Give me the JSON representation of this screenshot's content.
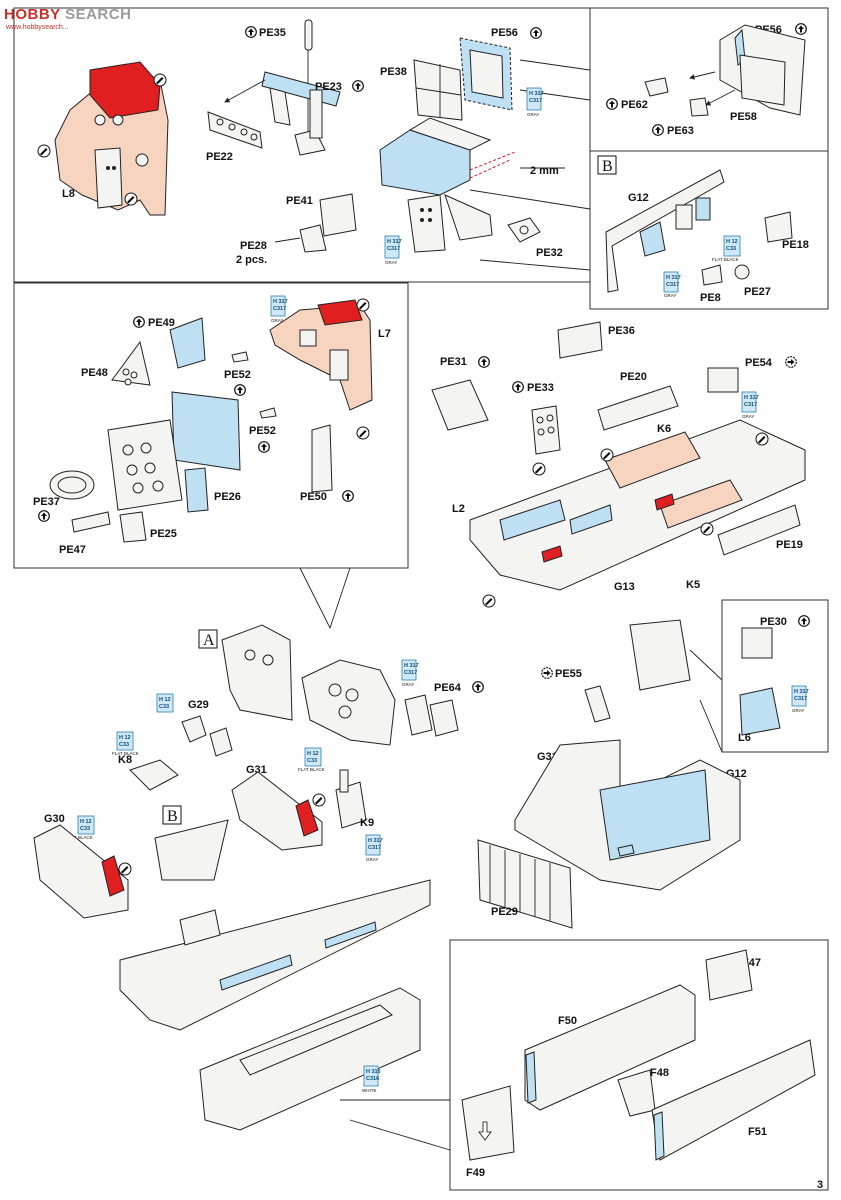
{
  "watermark": {
    "title_a": "HOBBY",
    "title_b": "SEARCH",
    "sub": "www.hobbysearch..."
  },
  "page_number": "3",
  "section_letters": {
    "A": "A",
    "B": "B"
  },
  "labels": {
    "L8": "L8",
    "PE35": "PE35",
    "PE23": "PE23",
    "PE22": "PE22",
    "PE38": "PE38",
    "PE56a": "PE56",
    "PE41": "PE41",
    "PE28": "PE28",
    "PE28_count": "2 pcs.",
    "PE32": "PE32",
    "mm2": "2 mm",
    "PE56b": "PE56",
    "PE62": "PE62",
    "PE63": "PE63",
    "PE58": "PE58",
    "G12a": "G12",
    "PE18": "PE18",
    "PE8": "PE8",
    "PE27": "PE27",
    "PE49": "PE49",
    "L7": "L7",
    "PE48": "PE48",
    "PE52a": "PE52",
    "PE52b": "PE52",
    "PE26": "PE26",
    "PE50": "PE50",
    "PE37": "PE37",
    "PE47": "PE47",
    "PE25": "PE25",
    "PE36": "PE36",
    "PE31": "PE31",
    "PE33": "PE33",
    "PE20": "PE20",
    "PE54": "PE54",
    "K6": "K6",
    "L2": "L2",
    "PE19": "PE19",
    "G13": "G13",
    "K5": "K5",
    "G29": "G29",
    "PE64": "PE64",
    "K8": "K8",
    "G31a": "G31",
    "K9": "K9",
    "G30": "G30",
    "PE55": "PE55",
    "G31b": "G31",
    "G12b": "G12",
    "PE30": "PE30",
    "L6": "L6",
    "PE29": "PE29",
    "F47": "F47",
    "F50": "F50",
    "F48": "F48",
    "F49": "F49",
    "F51": "F51"
  },
  "paint_tags": {
    "gray_h": "H 317",
    "gray_c": "C317",
    "gray_name": "GRAY",
    "black_h": "H 12",
    "black_c": "C33",
    "black_name": "FLAT BLACK",
    "white_h": "H 316",
    "white_c": "C316",
    "white_name": "WHITE"
  },
  "colors": {
    "detail_blue": "#bfe0f3",
    "panel_pink": "#f6d4c0",
    "seat_red": "#e02020",
    "tag_blue": "#cfe8f5"
  },
  "icons": [
    "etch-direction-icon",
    "dashed-etch-icon",
    "glue-pen-icon"
  ]
}
